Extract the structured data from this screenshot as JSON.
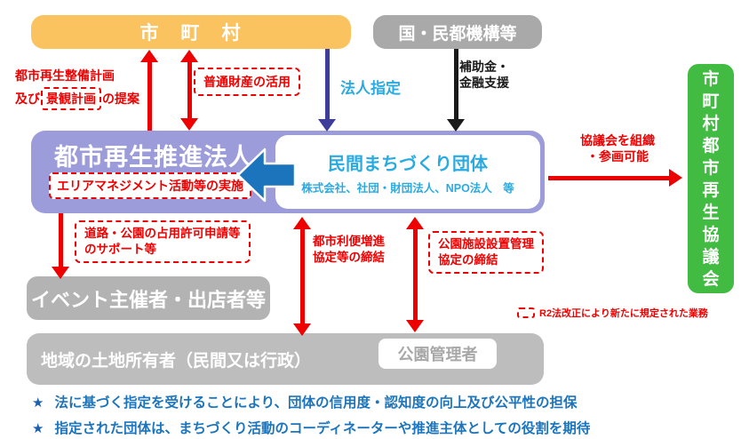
{
  "boxes": {
    "municipality": {
      "label": "市　町　村"
    },
    "national": {
      "label": "国・民都機構等"
    },
    "council": {
      "label": "市町村都市再生協議会"
    },
    "promoter": {
      "title": "都市再生推進法人",
      "activity": "エリアマネジメント活動等の実施"
    },
    "private_org": {
      "title": "民間まちづくり団体",
      "subtitle": "株式会社、社団・財団法人、NPO法人　等"
    },
    "event_hosts": {
      "label": "イベント主催者・出店者等"
    },
    "landowners": {
      "label": "地域の土地所有者（民間又は行政）",
      "park_manager": "公園管理者"
    }
  },
  "annotations": {
    "proposal": {
      "line1": "都市再生整備計画",
      "prefix": "及び",
      "boxed": "景観計画",
      "suffix": "の提案"
    },
    "asset_use": "普通財産の活用",
    "designation": "法人指定",
    "subsidy": {
      "line1": "補助金・",
      "line2": "金融支援"
    },
    "council_org": {
      "line1": "協議会を組織",
      "line2": "・参画可能"
    },
    "road_support": {
      "line1": "道路・公園の占用許可申請等",
      "line2": "のサポート等"
    },
    "convenience": {
      "line1": "都市利便増進",
      "line2": "協定等の締結"
    },
    "park_agreement": {
      "line1": "公園施設設置管理",
      "line2": "協定の締結"
    },
    "legend": "R2法改正により新たに規定された業務"
  },
  "notes": {
    "star": "★",
    "items": [
      "法に基づく指定を受けることにより、団体の信用度・認知度の向上及び公平性の担保",
      "指定された団体は、まちづくり活動のコーディネーターや推進主体としての役割を期待"
    ]
  },
  "colors": {
    "orange": "#FBC35F",
    "gray": "#ADADAD",
    "purple": "#9C9CDA",
    "green": "#42BB42",
    "red": "#EE0000",
    "light_blue": "#29ABE2",
    "navy": "#3E3E9A",
    "big_arrow_blue": "#1C75BC",
    "note_blue": "#1C75BC"
  }
}
